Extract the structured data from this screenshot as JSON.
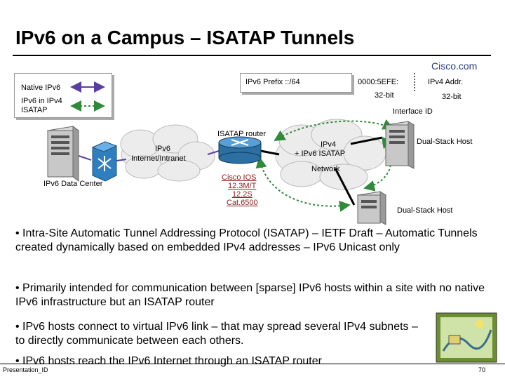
{
  "title": "IPv6 on a Campus – ISATAP Tunnels",
  "brand": "Cisco.com",
  "legend": {
    "native": "Native IPv6",
    "ipv6_in_ipv4_line1": "IPv6 in IPv4",
    "ipv6_in_ipv4_line2": "ISATAP"
  },
  "address": {
    "prefix": "IPv6 Prefix ::/64",
    "efe": "0000:5EFE:",
    "ipv4": "IPv4 Addr.",
    "bits1": "32-bit",
    "bits2": "32-bit",
    "interface_id": "Interface ID"
  },
  "diagram": {
    "cloud_left_line1": "IPv6",
    "cloud_left_line2": "Internet/Intranet",
    "router_label": "ISATAP router",
    "ios_line1": "Cisco IOS",
    "ios_line2": "12.3M/T",
    "ios_line3": "12.2S",
    "ios_line4": "Cat.6500",
    "cloud_right_line1": "IPv4",
    "cloud_right_line2": "+ IPv6 ISATAP",
    "cloud_right_line3": "Network",
    "host_top": "Dual-Stack Host",
    "host_bottom": "Dual-Stack Host",
    "data_center": "IPv6 Data Center"
  },
  "bullets": [
    "• Intra-Site Automatic Tunnel Addressing Protocol (ISATAP) – IETF Draft – Automatic Tunnels created dynamically based on embedded IPv4 addresses – IPv6 Unicast only",
    "• Primarily intended for communication between [sparse] IPv6 hosts within a site with no native IPv6 infrastructure but an ISATAP router",
    "• IPv6 hosts connect to virtual IPv6 link – that may spread several IPv4 subnets – to directly communicate between each others.",
    "• IPv6 hosts reach the IPv6 Internet through an ISATAP router"
  ],
  "footer": {
    "left": "Presentation_ID",
    "right": "70"
  },
  "colors": {
    "native_line": "#5b3fa0",
    "isatap_line": "#2f8a3a",
    "router": "#2b6fa3",
    "switch": "#2f7fc0"
  }
}
